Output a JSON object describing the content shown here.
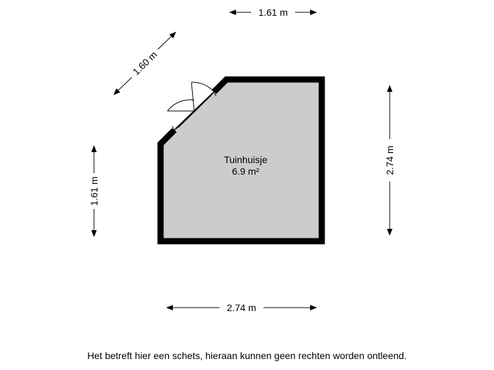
{
  "room": {
    "name": "Tuinhuisje",
    "area": "6.9 m²",
    "fill_color": "#cccccc",
    "wall_color": "#000000"
  },
  "dimensions": {
    "top": "1.61 m",
    "diagonal": "1.60 m",
    "left": "1.61 m",
    "right": "2.74 m",
    "bottom": "2.74 m"
  },
  "disclaimer": "Het betreft hier een schets, hieraan kunnen geen rechten worden ontleend."
}
